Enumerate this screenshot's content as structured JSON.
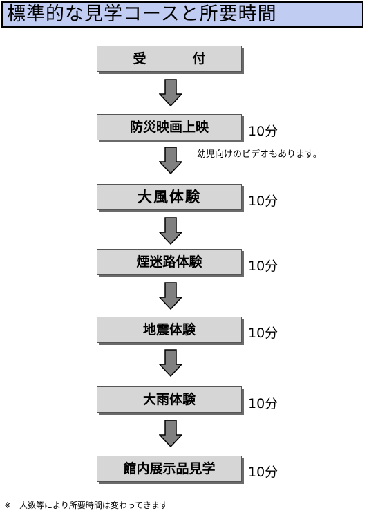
{
  "title": "標準的な見学コースと所要時間",
  "steps": [
    {
      "label": "受　付",
      "time": ""
    },
    {
      "label": "防災映画上映",
      "time": "10分",
      "note": "幼児向けのビデオもあります。"
    },
    {
      "label": "大風体験",
      "time": "10分"
    },
    {
      "label": "煙迷路体験",
      "time": "10分"
    },
    {
      "label": "地震体験",
      "time": "10分"
    },
    {
      "label": "大雨体験",
      "time": "10分"
    },
    {
      "label": "館内展示品見学",
      "time": "10分"
    }
  ],
  "footnote": "※　人数等により所要時間は変わってきます",
  "colors": {
    "title_background": "#c0ccf2",
    "step_background": "#d6d6d6",
    "arrow_fill": "#808080"
  },
  "icons": {
    "flow_arrow": "down-arrow-icon"
  }
}
